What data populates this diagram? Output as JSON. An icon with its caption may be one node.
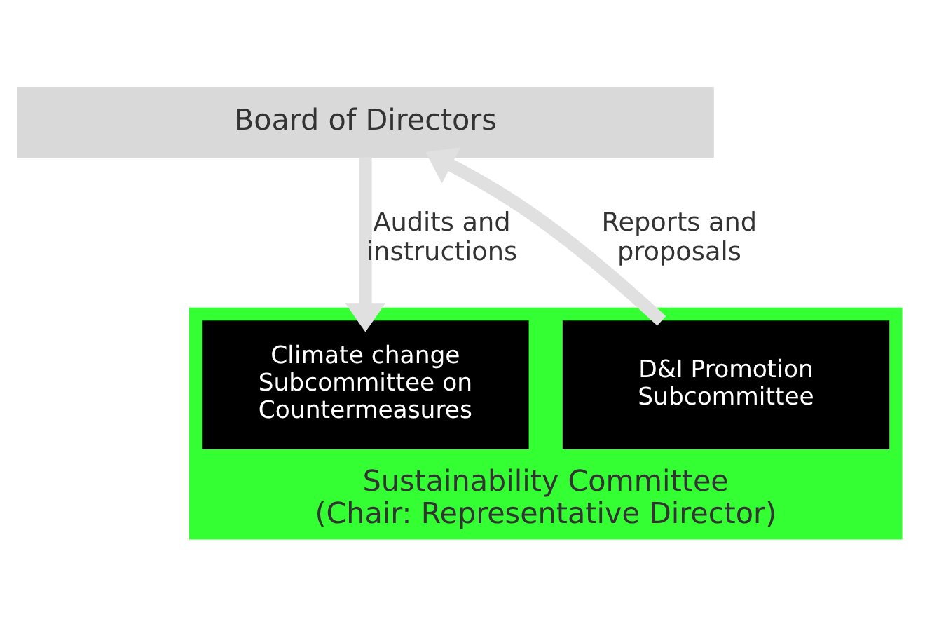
{
  "diagram": {
    "nodes": [
      {
        "text": [
          "Board of Directors"
        ]
      },
      {
        "text": [
          "Sustainability Committee",
          "(Chair: Representative Director)"
        ]
      },
      {
        "text": [
          "D&I Promotion Subcommittee"
        ],
        "in": 1
      },
      {
        "text": [
          "Climate change Subcommittee on Countermeasures"
        ],
        "in": 1
      }
    ],
    "edges": [
      {
        "from": 2,
        "to": 0,
        "arrow": "to",
        "label": "Reports and proposals"
      },
      {
        "from": 0,
        "to": 3,
        "arrow": "to",
        "label": "Audits and instructions"
      }
    ]
  }
}
